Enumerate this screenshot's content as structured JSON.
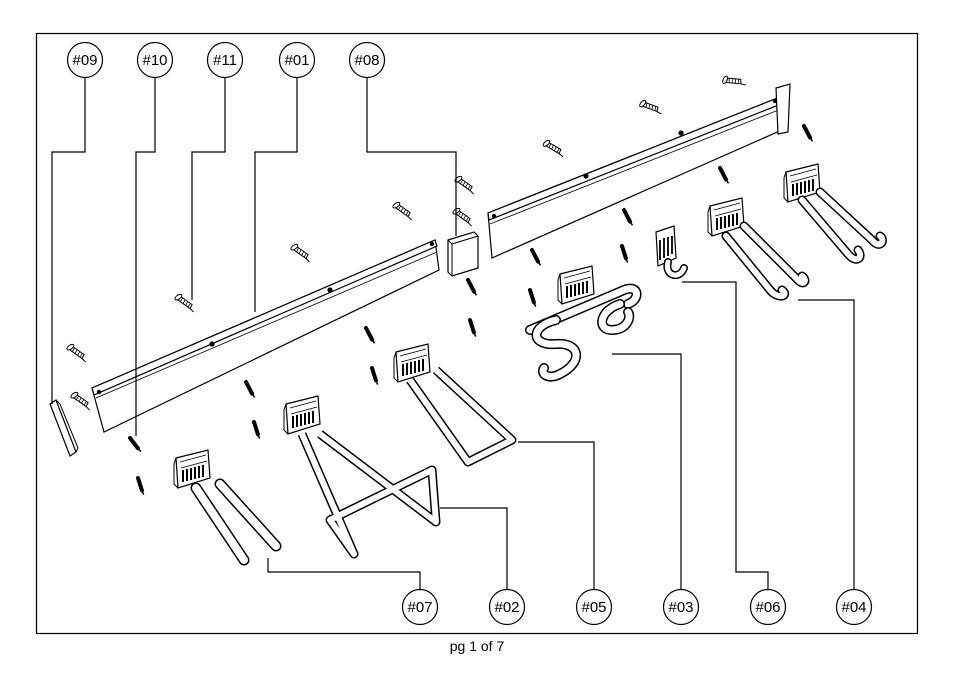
{
  "callouts_top": [
    "#09",
    "#10",
    "#11",
    "#01",
    "#08"
  ],
  "callouts_bottom": [
    "#07",
    "#02",
    "#05",
    "#03",
    "#06",
    "#04"
  ],
  "page_label": "pg 1 of 7"
}
